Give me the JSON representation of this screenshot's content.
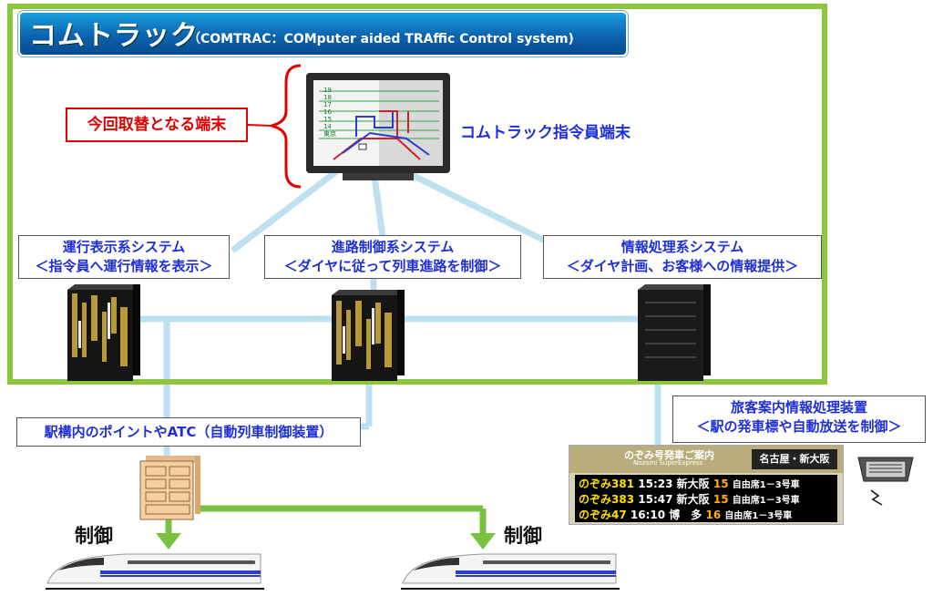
{
  "title": {
    "main": "コムトラック",
    "sub": "（COMTRAC：COMputer aided TRAffic Control system)"
  },
  "replacement_label": "今回取替となる端末",
  "terminal": {
    "label": "コムトラック指令員端末",
    "screen_track_numbers": [
      "19",
      "18",
      "17",
      "16",
      "15",
      "14"
    ],
    "screen_station": "東京"
  },
  "systems": [
    {
      "name": "運行表示系システム",
      "desc": "＜指令員へ運行情報を表示＞"
    },
    {
      "name": "進路制御系システム",
      "desc": "＜ダイヤに従って列車進路を制御＞"
    },
    {
      "name": "情報処理系システム",
      "desc": "＜ダイヤ計画、お客様への情報提供＞"
    }
  ],
  "station_equipment": "駅構内のポイントやATC（自動列車制御装置）",
  "passenger_info": {
    "name": "旅客案内情報処理装置",
    "desc": "＜駅の発車標や自動放送を制御＞"
  },
  "control_label": "制御",
  "departure_board": {
    "title": "のぞみ号発車ご案内",
    "subtitle": "Nozomi SuperExpress",
    "destination": "名古屋・新大阪",
    "rows": [
      {
        "train": "のぞみ",
        "number": "381",
        "time": "15:23",
        "dest": "新大阪",
        "track": "15",
        "info": "自由席1－3号車"
      },
      {
        "train": "のぞみ",
        "number": "383",
        "time": "15:47",
        "dest": "新大阪",
        "track": "15",
        "info": "自由席1－3号車"
      },
      {
        "train": "のぞみ",
        "number": "47",
        "time": "16:10",
        "dest": "博　多",
        "track": "16",
        "info": "自由席1－3号車"
      }
    ]
  },
  "colors": {
    "frame": "#8cc63f",
    "connector": "#bfe0f0",
    "label_blue": "#1f2fd8",
    "label_red": "#e00000",
    "arrow_green": "#7ac142"
  }
}
